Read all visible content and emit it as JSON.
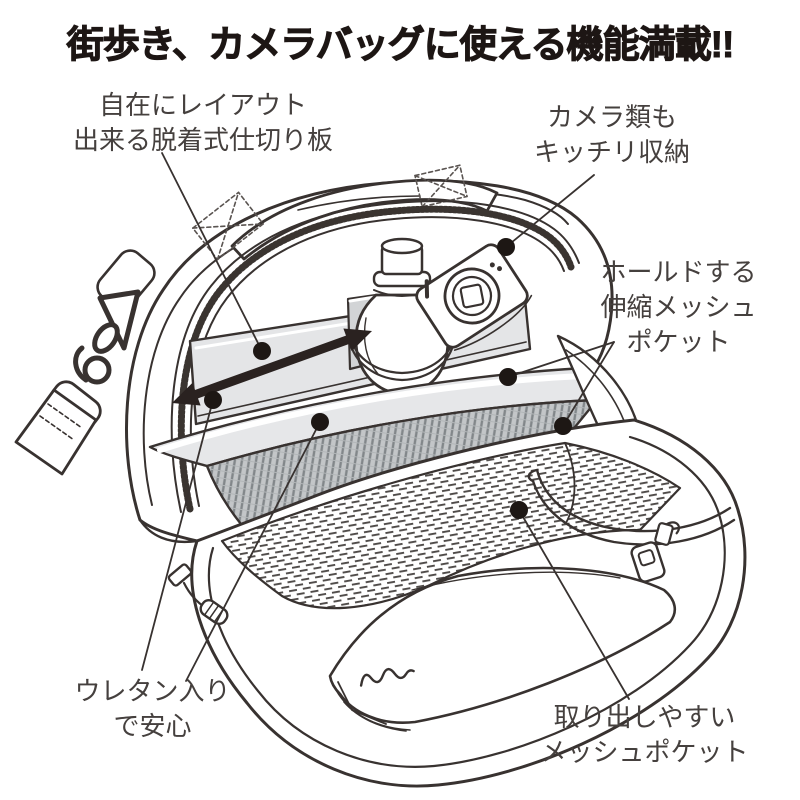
{
  "title": "街歩き、カメラバッグに使える機能満載!!",
  "callouts": {
    "partition": {
      "line1": "自在にレイアウト",
      "line2": "出来る脱着式仕切り板"
    },
    "camera_storage": {
      "line1": "カメラ類も",
      "line2": "キッチリ収納"
    },
    "stretch_mesh_pocket": {
      "line1": "ホールドする",
      "line2": "伸縮メッシュ",
      "line3": "ポケット"
    },
    "urethane_padding": {
      "line1": "ウレタン入り",
      "line2": "で安心"
    },
    "easy_access_mesh_pocket": {
      "line1": "取り出しやすい",
      "line2": "メッシュポケット"
    }
  },
  "colors": {
    "background": "#ffffff",
    "title_text": "#1d1614",
    "label_text": "#45403e",
    "line_art": "#383230",
    "divider_panel_gray": "#e4e5e7",
    "mesh_gray": "#c3c6c8",
    "mesh_stripe": "#82878a",
    "flap_mesh_dash": "#4e4a48",
    "marker_dot": "#1d1714",
    "slide_arrow": "#2a2220"
  },
  "annotation_marks": {
    "marker_dot_count": "7",
    "slide_arrow_style": "double-headed"
  }
}
